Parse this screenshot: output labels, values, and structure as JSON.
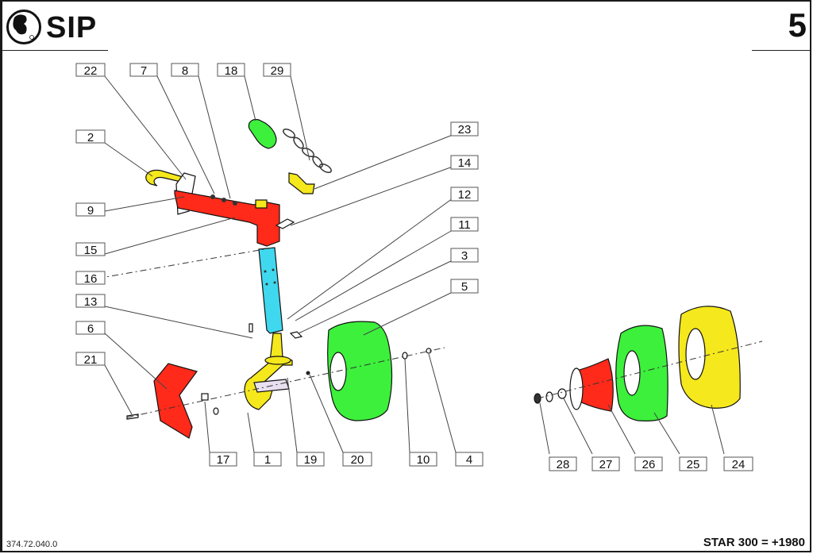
{
  "header": {
    "brand": "SIP",
    "page_number": "5"
  },
  "footer": {
    "document_code": "374.72.040.0",
    "model_label": "STAR 300 = +1980"
  },
  "colors": {
    "red": "#ff2a1a",
    "yellow": "#f5e81c",
    "green": "#3cf03c",
    "cyan": "#3fd8ee"
  },
  "callouts": [
    {
      "id": "22",
      "label": "22"
    },
    {
      "id": "7",
      "label": "7"
    },
    {
      "id": "8",
      "label": "8"
    },
    {
      "id": "18",
      "label": "18"
    },
    {
      "id": "29",
      "label": "29"
    },
    {
      "id": "2",
      "label": "2"
    },
    {
      "id": "23",
      "label": "23"
    },
    {
      "id": "14",
      "label": "14"
    },
    {
      "id": "9",
      "label": "9"
    },
    {
      "id": "12",
      "label": "12"
    },
    {
      "id": "11",
      "label": "11"
    },
    {
      "id": "15",
      "label": "15"
    },
    {
      "id": "3",
      "label": "3"
    },
    {
      "id": "16",
      "label": "16"
    },
    {
      "id": "5",
      "label": "5"
    },
    {
      "id": "13",
      "label": "13"
    },
    {
      "id": "6",
      "label": "6"
    },
    {
      "id": "21",
      "label": "21"
    },
    {
      "id": "17",
      "label": "17"
    },
    {
      "id": "1",
      "label": "1"
    },
    {
      "id": "19",
      "label": "19"
    },
    {
      "id": "20",
      "label": "20"
    },
    {
      "id": "10",
      "label": "10"
    },
    {
      "id": "4",
      "label": "4"
    },
    {
      "id": "28",
      "label": "28"
    },
    {
      "id": "27",
      "label": "27"
    },
    {
      "id": "26",
      "label": "26"
    },
    {
      "id": "25",
      "label": "25"
    },
    {
      "id": "24",
      "label": "24"
    }
  ]
}
